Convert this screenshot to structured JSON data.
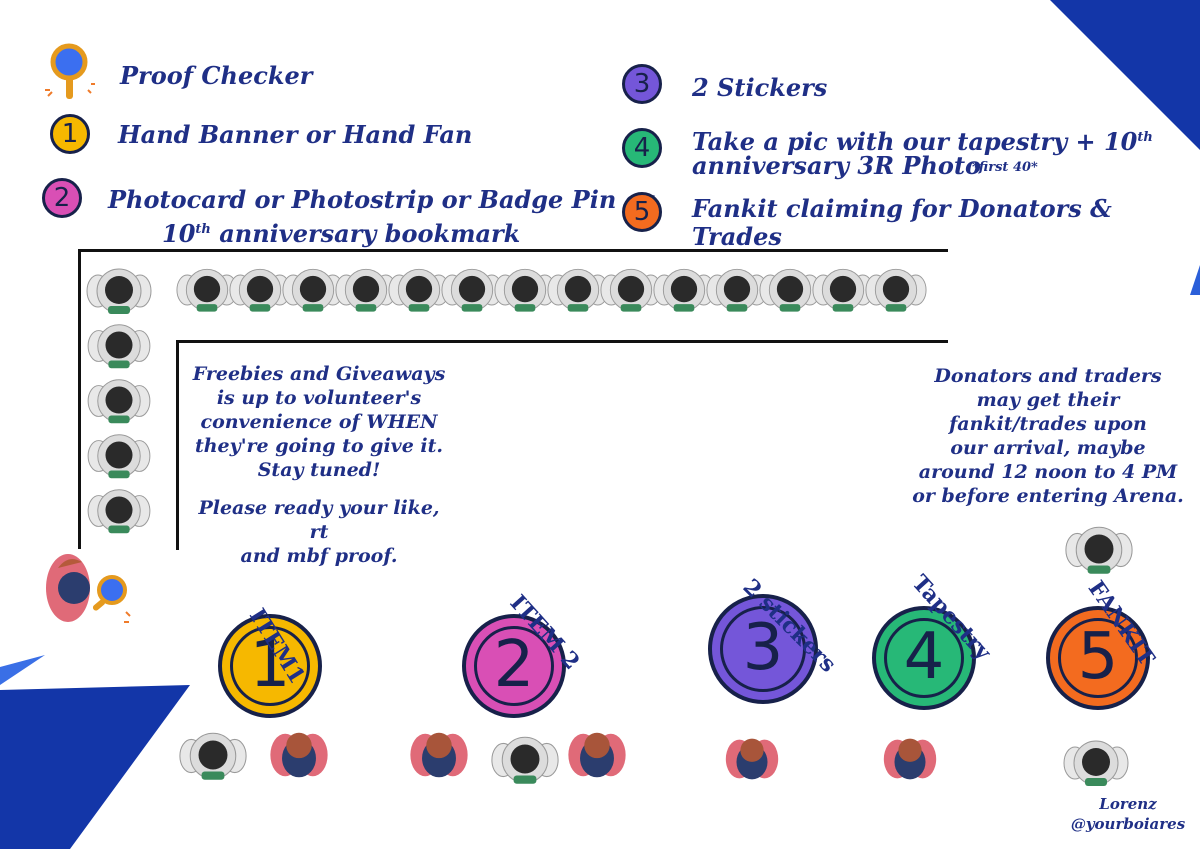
{
  "legend": {
    "proof_checker": "Proof Checker",
    "item1_number": "1",
    "item1_text": "Hand Banner or Hand Fan",
    "item2_number": "2",
    "item2_line1": "Photocard or Photostrip or  Badge Pin or",
    "item2_line2_pre": "10",
    "item2_line2_sup": "th",
    "item2_line2_post": " anniversary bookmark",
    "item3_number": "3",
    "item3_text": "2 Stickers",
    "item4_number": "4",
    "item4_line1_pre": "Take a pic with our tapestry + 10",
    "item4_line1_sup": "th",
    "item4_line2": "anniversary 3R Photo",
    "item4_note": "*first 40*",
    "item5_number": "5",
    "item5_text": "Fankit claiming for Donators & Trades"
  },
  "notes": {
    "left_1": "Freebies and Giveaways",
    "left_2": "is up to volunteer's",
    "left_3": "convenience of WHEN",
    "left_4": "they're going to give it.",
    "left_5": "Stay tuned!",
    "left_6": "Please ready your like, rt",
    "left_7": "and mbf proof.",
    "right_1": "Donators and traders",
    "right_2": "may get their",
    "right_3": "fankit/trades upon",
    "right_4": "our arrival, maybe",
    "right_5": "around 12 noon to 4 PM",
    "right_6": "or before entering Arena."
  },
  "stations": [
    {
      "number": "1",
      "label": "ITEM1",
      "color": "#f6b800"
    },
    {
      "number": "2",
      "label": "ITEM 2",
      "color": "#d94fb5"
    },
    {
      "number": "3",
      "label": "2 stickers",
      "color": "#7456d9"
    },
    {
      "number": "4",
      "label": "Tapestry",
      "color": "#27b877"
    },
    {
      "number": "5",
      "label": "FANKIT",
      "color": "#f36b1f"
    }
  ],
  "credit": {
    "name": "Lorenz",
    "handle": "@yourboiares"
  },
  "colors": {
    "text": "#1f2f86",
    "corner_blue": "#1336a8"
  },
  "icons": {
    "proof_checker": "magnifier-icon",
    "queue_person": "person-topview-icon"
  }
}
